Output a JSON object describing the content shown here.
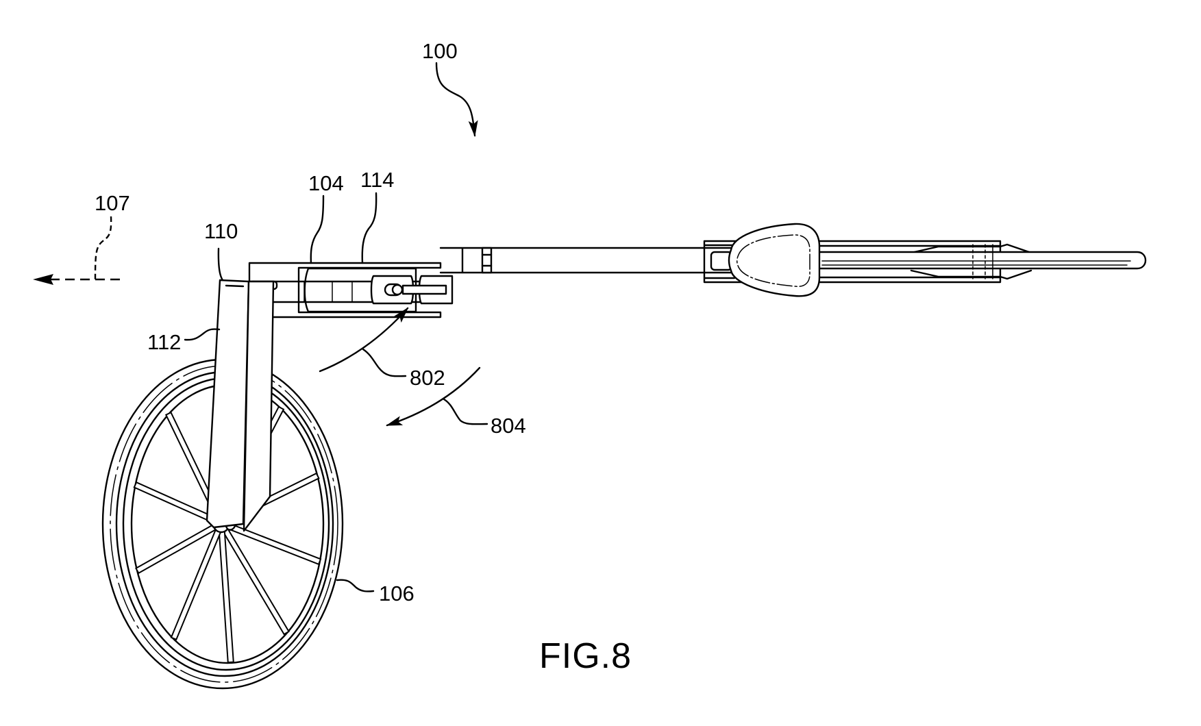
{
  "figure": {
    "title": "FIG.8",
    "background": "#ffffff",
    "line_color": "#000000"
  },
  "reference_numerals": {
    "device": "100",
    "shaft": "104",
    "direction": "107",
    "hinge": "110",
    "fork": "112",
    "slider": "114",
    "wheel": "106",
    "rotation_up": "802",
    "rotation_down": "804"
  },
  "components": [
    {
      "ref": "100",
      "name": "measuring wheel device (overall)"
    },
    {
      "ref": "104",
      "name": "shaft housing"
    },
    {
      "ref": "106",
      "name": "wheel"
    },
    {
      "ref": "107",
      "name": "travel direction arrow"
    },
    {
      "ref": "110",
      "name": "hinge"
    },
    {
      "ref": "112",
      "name": "fork"
    },
    {
      "ref": "114",
      "name": "sliding lock"
    },
    {
      "ref": "802",
      "name": "fold-up rotation arrow"
    },
    {
      "ref": "804",
      "name": "fold-down rotation arrow"
    }
  ],
  "wheel_spoke_count": 10
}
